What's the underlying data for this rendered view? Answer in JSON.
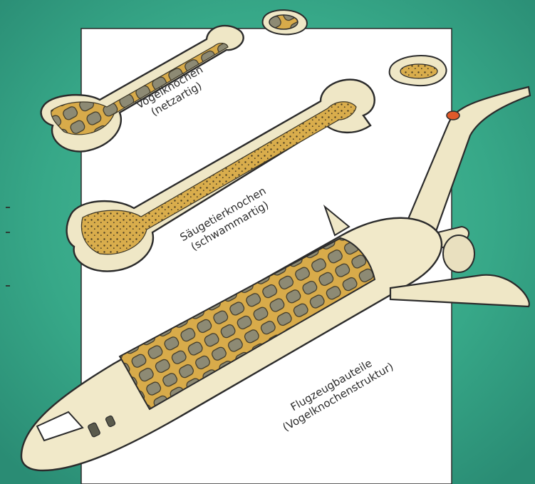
{
  "labels": {
    "bird_bone": [
      "Vogelknochen",
      "(netzartig)"
    ],
    "mammal_bone": [
      "Säugetierknochen",
      "(schwammartig)"
    ],
    "aircraft": [
      "Flugzeugbauteile",
      "(Vogelknochenstruktur)"
    ]
  },
  "colors": {
    "background_teal": "#3aa88a",
    "panel_white": "#ffffff",
    "bone_cream": "#efe7c6",
    "marrow_yellow": "#d8ab4a",
    "cell_gray": "#8a8a78",
    "tail_orange": "#e0592a"
  }
}
